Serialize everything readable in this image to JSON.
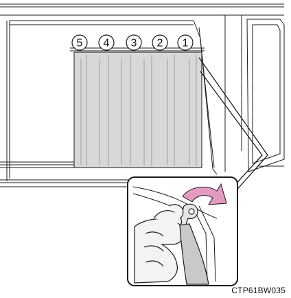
{
  "diagram": {
    "callouts": [
      {
        "label": "5"
      },
      {
        "label": "4"
      },
      {
        "label": "3"
      },
      {
        "label": "2"
      },
      {
        "label": "1"
      }
    ],
    "caption": "CTP61BW035",
    "colors": {
      "line": "#1a1a1a",
      "curtain": "#d8d8d8",
      "curtain_fold": "#b8b8b8",
      "arrow": "#e59ac3",
      "inset_bg": "#ffffff",
      "hand": "#f3f3f3"
    }
  }
}
